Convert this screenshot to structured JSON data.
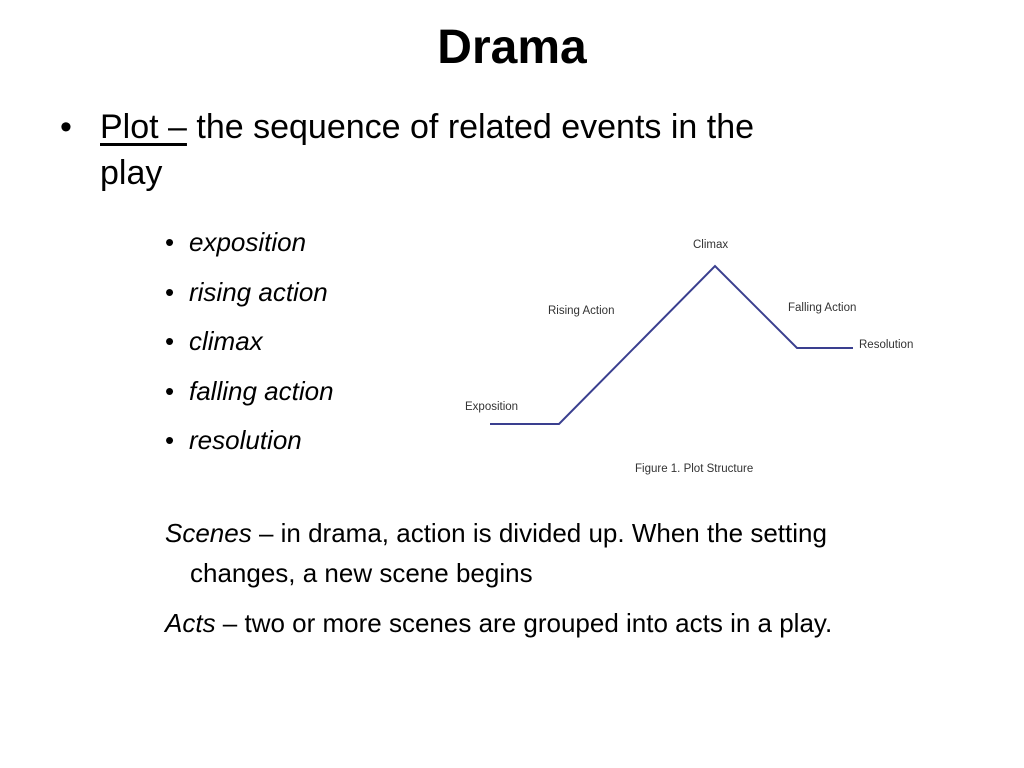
{
  "slide": {
    "title": "Drama",
    "bullet_char": "•",
    "plot": {
      "term": "Plot –",
      "definition_line1": " the sequence of related events in the",
      "definition_line2": "play"
    },
    "sub_items": [
      {
        "label": "exposition"
      },
      {
        "label": "rising action"
      },
      {
        "label": "climax"
      },
      {
        "label": "falling action"
      },
      {
        "label": "resolution"
      }
    ],
    "figure": {
      "labels": {
        "climax": "Climax",
        "rising_action": "Rising Action",
        "falling_action": "Falling Action",
        "resolution": "Resolution",
        "exposition": "Exposition"
      },
      "caption": "Figure 1.  Plot Structure",
      "line_color": "#3a3f8f"
    },
    "scenes": {
      "term": "Scenes",
      "text_line1": " – in drama, action is divided up. When the setting",
      "text_line2": "changes, a new scene begins"
    },
    "acts": {
      "term": "Acts",
      "text": " – two or more scenes are grouped into acts in a play."
    }
  }
}
